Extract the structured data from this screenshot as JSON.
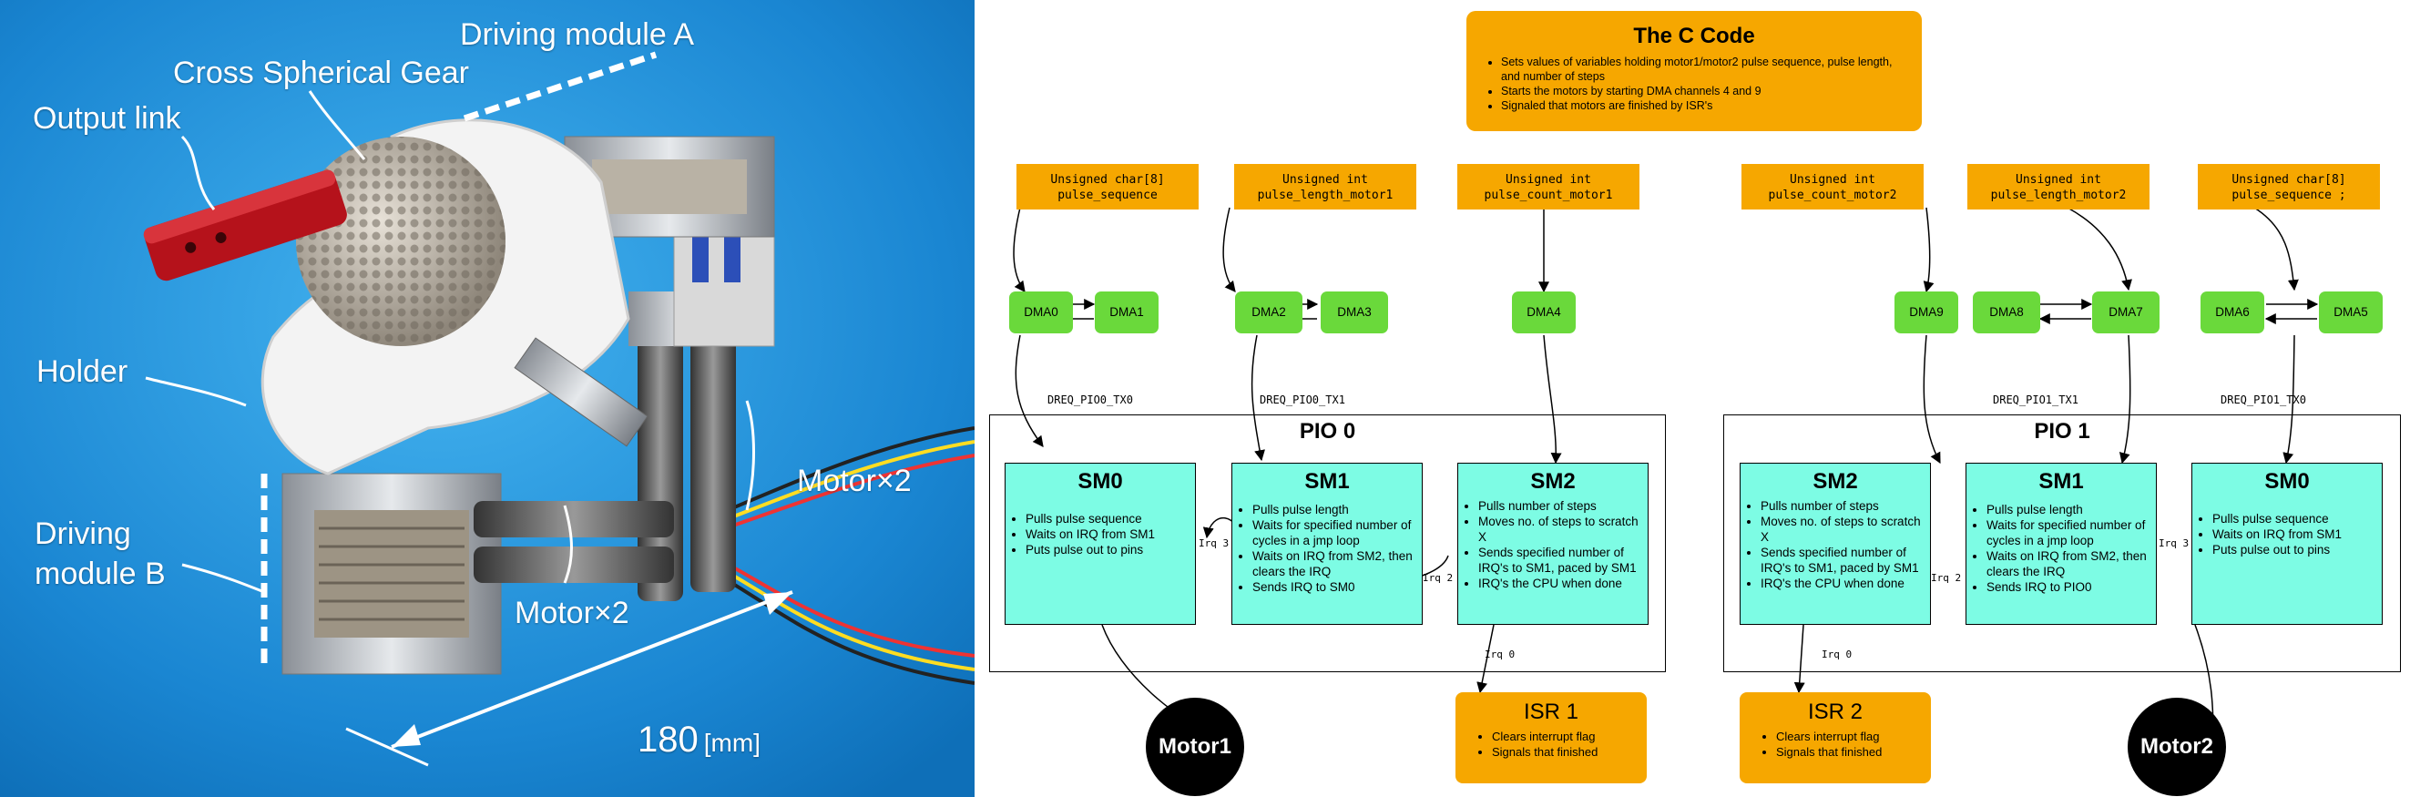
{
  "photo": {
    "labels": {
      "driving_a": "Driving module A",
      "cross_gear": "Cross Spherical Gear",
      "output_link": "Output link",
      "holder": "Holder",
      "driving_b_1": "Driving",
      "driving_b_2": "module B",
      "motor_right": "Motor×2",
      "motor_center": "Motor×2",
      "dimension_value": "180",
      "dimension_unit": "[mm]"
    },
    "colors": {
      "background": "#1e8fd8",
      "output_link": "#b5121b",
      "holder": "#f2f2f2"
    }
  },
  "diagram": {
    "ccode": {
      "title": "The C Code",
      "bullets": [
        "Sets values of variables holding motor1/motor2 pulse sequence, pulse length, and number of steps",
        "Starts the motors by starting DMA channels 4 and 9",
        "Signaled that motors are finished by ISR's"
      ]
    },
    "variables": [
      {
        "type": "Unsigned char[8]",
        "name": "pulse_sequence"
      },
      {
        "type": "Unsigned int",
        "name": "pulse_length_motor1"
      },
      {
        "type": "Unsigned int",
        "name": "pulse_count_motor1"
      },
      {
        "type": "Unsigned int",
        "name": "pulse_count_motor2"
      },
      {
        "type": "Unsigned int",
        "name": "pulse_length_motor2"
      },
      {
        "type": "Unsigned char[8]",
        "name": "pulse_sequence ;"
      }
    ],
    "dma": [
      "DMA0",
      "DMA1",
      "DMA2",
      "DMA3",
      "DMA4",
      "DMA9",
      "DMA8",
      "DMA7",
      "DMA6",
      "DMA5"
    ],
    "dreq": [
      "DREQ_PIO0_TX0",
      "DREQ_PIO0_TX1",
      "DREQ_PIO1_TX1",
      "DREQ_PIO1_TX0"
    ],
    "pio0": {
      "title": "PIO 0",
      "sm0": {
        "title": "SM0",
        "bullets": [
          "Pulls pulse sequence",
          "Waits on IRQ from SM1",
          "Puts pulse out to pins"
        ]
      },
      "sm1": {
        "title": "SM1",
        "bullets": [
          "Pulls pulse length",
          "Waits for specified number of cycles in a jmp loop",
          "Waits on IRQ from SM2, then clears the IRQ",
          "Sends IRQ to SM0"
        ]
      },
      "sm2": {
        "title": "SM2",
        "bullets": [
          "Pulls number of steps",
          "Moves no. of steps to scratch X",
          "Sends specified number of IRQ's to SM1, paced by SM1",
          "IRQ's the CPU when done"
        ]
      }
    },
    "pio1": {
      "title": "PIO 1",
      "sm2": {
        "title": "SM2",
        "bullets": [
          "Pulls number of steps",
          "Moves no. of steps to scratch X",
          "Sends specified number of IRQ's to SM1, paced by SM1",
          "IRQ's the CPU when done"
        ]
      },
      "sm1": {
        "title": "SM1",
        "bullets": [
          "Pulls pulse length",
          "Waits for specified number of cycles in a jmp loop",
          "Waits on IRQ from SM2, then clears the IRQ",
          "Sends IRQ to PIO0"
        ]
      },
      "sm0": {
        "title": "SM0",
        "bullets": [
          "Pulls pulse sequence",
          "Waits on IRQ from SM1",
          "Puts pulse out to pins"
        ]
      }
    },
    "irq_labels": {
      "a": "Irq 3",
      "b": "Irq 2",
      "c": "Irq 0",
      "d": "Irq 0",
      "e": "Irq 2",
      "f": "Irq 3"
    },
    "isr1": {
      "title": "ISR 1",
      "bullets": [
        "Clears interrupt flag",
        "Signals that finished"
      ]
    },
    "isr2": {
      "title": "ISR 2",
      "bullets": [
        "Clears interrupt flag",
        "Signals that finished"
      ]
    },
    "motor1": "Motor1",
    "motor2": "Motor2",
    "colors": {
      "orange": "#f6a700",
      "green": "#6ad93b",
      "cyan": "#7dfce4",
      "black": "#000000"
    }
  }
}
